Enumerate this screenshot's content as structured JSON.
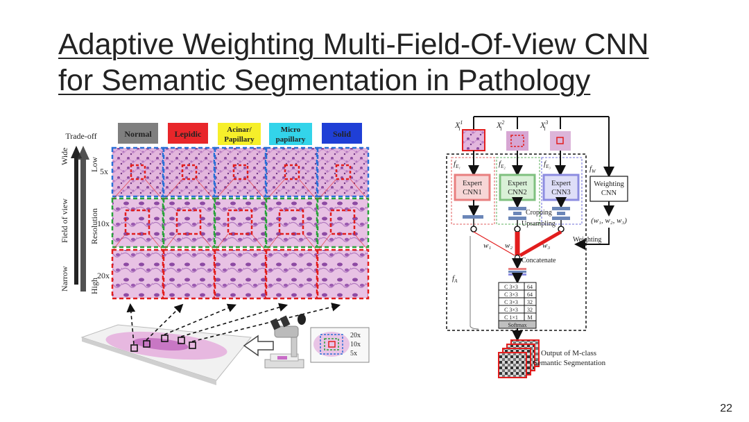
{
  "slide": {
    "title_line1": "Adaptive Weighting Multi-Field-Of-View CNN",
    "title_line2": "for Semantic Segmentation in Pathology",
    "page_number": "22"
  },
  "left_figure": {
    "tradeoff_label": "Trade-off",
    "fov_label": "Field of view",
    "fov_top": "Wide",
    "fov_bottom": "Narrow",
    "res_label": "Resolution",
    "res_top": "Low",
    "res_bottom": "High",
    "row_labels": [
      "5x",
      "10x",
      "20x"
    ],
    "classes": [
      {
        "line1": "Normal",
        "line2": "",
        "bg": "#7f7f7f",
        "fg": "#ffffff"
      },
      {
        "line1": "Lepidic",
        "line2": "",
        "bg": "#e8262a",
        "fg": "#ffffff"
      },
      {
        "line1": "Acinar/",
        "line2": "Papillary",
        "bg": "#f6ef2a",
        "fg": "#111111"
      },
      {
        "line1": "Micro",
        "line2": "papillary",
        "bg": "#33d4ea",
        "fg": "#111111"
      },
      {
        "line1": "Solid",
        "line2": "",
        "bg": "#1f3fd6",
        "fg": "#ffffff"
      }
    ],
    "inset_labels": [
      "20x",
      "10x",
      "5x"
    ],
    "colors": {
      "row1": "#2a6fd6",
      "row2": "#2aa23a",
      "row3": "#e21d1d"
    }
  },
  "right_figure": {
    "inputs": [
      "X",
      "X",
      "X"
    ],
    "input_sup": [
      "1",
      "2",
      "3"
    ],
    "input_sub": "i",
    "experts": [
      {
        "f": "f",
        "sub": "E₁",
        "line1": "Expert",
        "line2": "CNN1",
        "color": "#e87f7f"
      },
      {
        "f": "f",
        "sub": "E₂",
        "line1": "Expert",
        "line2": "CNN2",
        "color": "#7fc07f"
      },
      {
        "f": "f",
        "sub": "E₃",
        "line1": "Expert",
        "line2": "CNN3",
        "color": "#8c8ce0"
      }
    ],
    "fw_label": "f",
    "fw_sub": "W",
    "weighting_line1": "Weighting",
    "weighting_line2": "CNN",
    "weights_tuple": "(w₁, w₂, w₃)",
    "cropping": "Cropping",
    "upsampling": "Upsampling",
    "w_labels": [
      "w₁",
      "w₂",
      "w₃"
    ],
    "weighting": "Weighting",
    "concatenate": "Concatenate",
    "fa_label": "f",
    "fa_sub": "A",
    "layers": [
      {
        "op": "C 3×3",
        "ch": "64"
      },
      {
        "op": "C 3×3",
        "ch": "64"
      },
      {
        "op": "C 3×3",
        "ch": "32"
      },
      {
        "op": "C 3×3",
        "ch": "32"
      },
      {
        "op": "C 1×1",
        "ch": "M"
      }
    ],
    "softmax": "Softmax",
    "output_line1": "Output of  M-class",
    "output_line2": "Semantic Segmentation"
  }
}
